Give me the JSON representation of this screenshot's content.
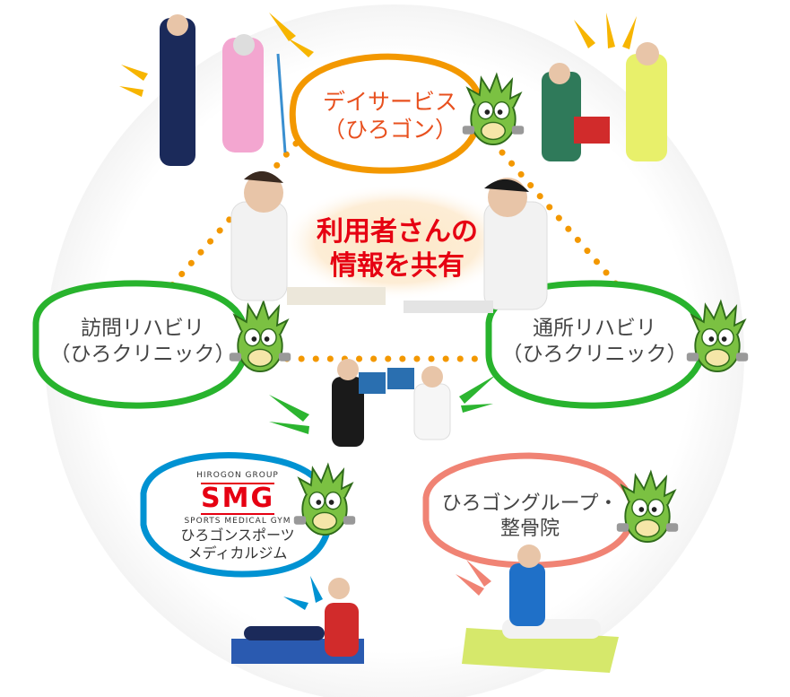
{
  "center": {
    "line1": "利用者さんの",
    "line2": "情報を共有"
  },
  "nodes": {
    "day_service": {
      "line1": "デイサービス",
      "line2": "（ひろゴン）",
      "color": "#f39800",
      "text_color": "#e8501e"
    },
    "visit_rehab": {
      "line1": "訪問リハビリ",
      "line2": "（ひろクリニック）",
      "color": "#28b32d",
      "text_color": "#444444"
    },
    "outpatient_rehab": {
      "line1": "通所リハビリ",
      "line2": "（ひろクリニック）",
      "color": "#28b32d",
      "text_color": "#444444"
    },
    "gym": {
      "group": "HIROGON GROUP",
      "logo": "SMG",
      "sub": "SPORTS MEDICAL GYM",
      "line1": "ひろゴンスポーツ",
      "line2": "メディカルジム",
      "color": "#0092d2",
      "logo_color": "#e60012"
    },
    "seikotsu": {
      "line1": "ひろゴングループ・",
      "line2": "整骨院",
      "color": "#f08374",
      "text_color": "#444444"
    }
  },
  "colors": {
    "connector": "#f39800",
    "burst_yellow": "#f7b500",
    "burst_green": "#2cb530",
    "burst_blue": "#0092d2",
    "burst_pink": "#f08374",
    "center_glow": "#fde8c6",
    "mascot": "#7bc142"
  },
  "icons": [
    "mascot-icon",
    "photo-walking-icon",
    "photo-exercise-icon",
    "photo-consult-icon",
    "photo-monitor-icon",
    "photo-gym-icon",
    "photo-seikotsu-icon"
  ]
}
